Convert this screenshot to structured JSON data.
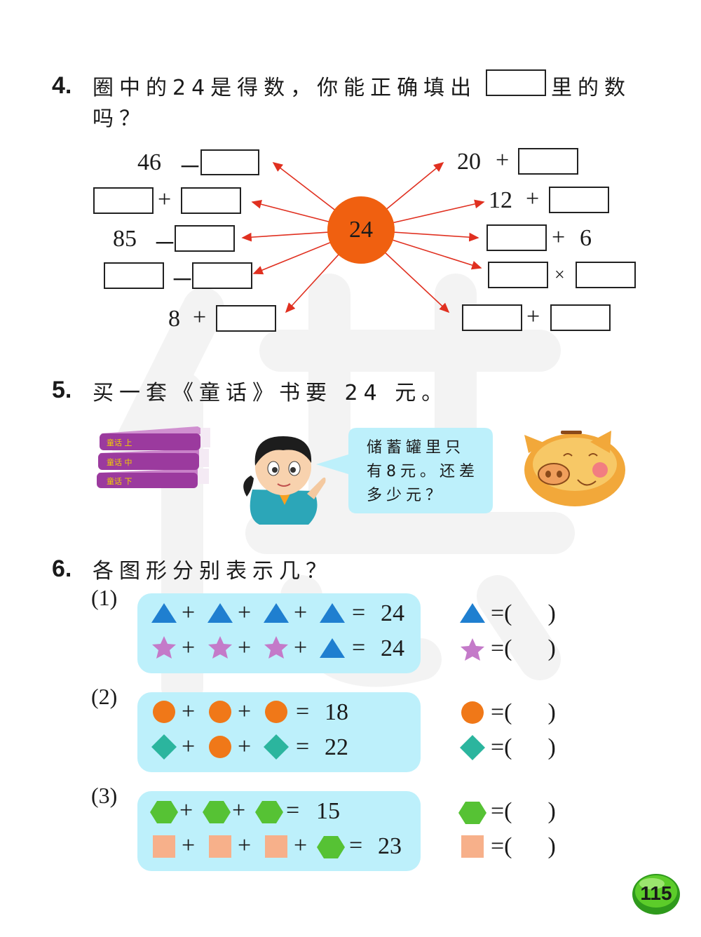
{
  "q4": {
    "number": "4.",
    "text_a": "圈中的24是得数，你能正确填出",
    "text_b": "里的数",
    "text_c": "吗？",
    "center": "24",
    "left": [
      {
        "a": "46",
        "op": "－"
      },
      {
        "op": "+"
      },
      {
        "a": "85",
        "op": "－"
      },
      {
        "op": "－"
      },
      {
        "a": "8",
        "op": "+"
      }
    ],
    "right": [
      {
        "a": "20",
        "op": "+"
      },
      {
        "a": "12",
        "op": "+"
      },
      {
        "op": "+",
        "b": "6"
      },
      {
        "op": "×"
      },
      {
        "op": "+"
      }
    ]
  },
  "q5": {
    "number": "5.",
    "text": "买一套《童话》书要 24 元。",
    "bubble_line1": "储蓄罐里只",
    "bubble_line2": "有8元。还差",
    "bubble_line3": "多少元？",
    "book_labels": [
      "童话 上",
      "童话 中",
      "童话 下"
    ]
  },
  "q6": {
    "number": "6.",
    "text": "各图形分别表示几？",
    "parts": [
      {
        "label": "(1)",
        "row1_result": "24",
        "row2_result": "24"
      },
      {
        "label": "(2)",
        "row1_result": "18",
        "row2_result": "22"
      },
      {
        "label": "(3)",
        "row1_result": "15",
        "row2_result": "23"
      }
    ],
    "plus": "+",
    "equals": "=",
    "answer_blank": "=(      )"
  },
  "page_number": "115",
  "colors": {
    "triangle": "#1f7fd0",
    "star": "#c47ac9",
    "circle": "#f07818",
    "diamond": "#2bb59e",
    "hexagon": "#56c234",
    "square": "#f7b08a",
    "panel": "#bdf0fb",
    "sun": "#f06010",
    "ray": "#e03020",
    "book": "#9b3a9e"
  }
}
